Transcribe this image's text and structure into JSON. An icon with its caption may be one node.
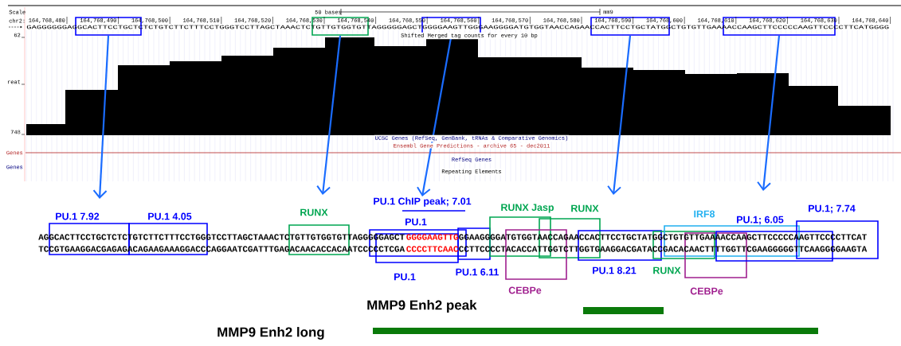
{
  "diagram": {
    "nodes": [
      {
        "text": [],
        "shape": "box"
      },
      {
        "text": [],
        "shape": "box"
      },
      {
        "text": [],
        "shape": "box"
      },
      {
        "text": [],
        "shape": "box"
      },
      {
        "text": [],
        "shape": "box"
      },
      {
        "text": [
          "PU.1 7.92"
        ]
      },
      {
        "text": [
          "PU.1 4.05"
        ]
      },
      {
        "text": [
          "RUNX"
        ]
      },
      {
        "text": [
          "PU.1 ChIP peak; 7.01"
        ]
      },
      {
        "text": [
          "PU.1"
        ]
      },
      {
        "text": [
          "PU.1"
        ]
      },
      {
        "text": [
          "PU.1 6.11"
        ]
      },
      {
        "text": [
          "RUNX Jasp"
        ]
      },
      {
        "text": [
          "RUNX"
        ]
      },
      {
        "text": [
          "CEBPe"
        ]
      },
      {
        "text": [
          "PU.1 8.21"
        ]
      },
      {
        "text": [
          "RUNX"
        ]
      },
      {
        "text": [
          "IRF8"
        ]
      },
      {
        "text": [
          "CEBPe"
        ]
      },
      {
        "text": [
          "PU.1; 6.05"
        ]
      },
      {
        "text": [
          "PU.1; 7.74"
        ]
      },
      {
        "text": [],
        "shape": "bar"
      },
      {
        "text": [],
        "shape": "bar"
      }
    ],
    "edges": [
      {
        "from": 0,
        "to": null,
        "arrow": "to"
      },
      {
        "from": 1,
        "to": null,
        "arrow": "to"
      },
      {
        "from": 2,
        "to": 8,
        "arrow": "to"
      },
      {
        "from": 3,
        "to": null,
        "arrow": "to"
      },
      {
        "from": 4,
        "to": null,
        "arrow": "to"
      }
    ],
    "labels": [
      "Scale",
      "50 bases",
      "mm9",
      "chr2:",
      "164,768,480",
      "164,768,490",
      "164,768,500",
      "164,768,510",
      "164,768,520",
      "164,768,530",
      "164,768,540",
      "164,768,550",
      "164,768,560",
      "164,768,570",
      "164,768,580",
      "164,768,590",
      "164,768,600",
      "164,768,610",
      "164,768,620",
      "164,768,630",
      "164,768,640",
      "GAGGGGGGAGGCACTTCCTGCTCTCTGTCTTCTTTCCTGGGTCCTTAGCTAAACTCTGTTGTGGTGTTAGGGGGAGCTGGGGAAGTTGGGAAGGGGATGTGGTAACCAGAACCACTTCCTGCTATGGCTGTGTTGAAAACCAAGCTTCCCCCAAGTTCCCCTTCATGGGG",
      "62",
      "Shifted Merged tag counts for every 10 bp",
      "reat",
      "748",
      "UCSC Genes (RefSeq, GenBank, tRNAs & Comparative Genomics)",
      "Ensembl Gene Predictions - archive 65 - dec2011",
      "Genes",
      "RefSeq Genes",
      "Genes",
      "Repeating Elements",
      "AGGCACTTCCTGCTCTCTGTCTTCTTTCCTGGGTCCTTAGCTAAACTCTGTTGTGGTGTTAGGGGGAGCT",
      "GGGGAAGTTG",
      "GGAAGGGGATGTGGTAACCAGAACCACTTCCTGCTATGGCTGTGTTGAAAACCAAGCTTCCCCCAAGTTCCCCTTCAT",
      "TCCGTGAAGGACGAGAGACAGAAGAAAGGACCCAGGAATCGATTTGAGACAACACCACAATCCCCCTCGA",
      "CCCCTTCAAC",
      "CCTTCCCCTACACCATTGGTCTTGGTGAAGGACGATACCGACACAACTTTTGGTTCGAAGGGGGTTCAAGGGGAAGTA",
      "MMP9 Enh2 peak",
      "MMP9 Enh2 long"
    ]
  }
}
